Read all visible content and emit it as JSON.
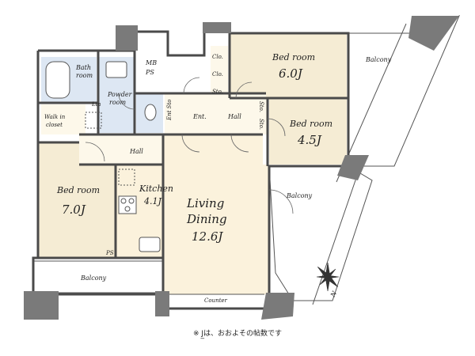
{
  "labels": {
    "bath": [
      "Bath",
      "room"
    ],
    "mbps": [
      "MB",
      "PS"
    ],
    "powder": [
      "Powder",
      "room"
    ],
    "lin": "Lin",
    "walkin": [
      "Walk in",
      "closet"
    ],
    "ent_sto": "Ent Sto",
    "ent": "Ent.",
    "hall_upper": "Hall",
    "hall_lower": "Hall",
    "clo1": "Clo.",
    "clo2": "Clo.",
    "sto1": "Sto.",
    "sto2": "Sto.",
    "sto3": "Sto.",
    "bedroom1": {
      "name": "Bed room",
      "size": "6.0J"
    },
    "bedroom2": {
      "name": "Bed room",
      "size": "4.5J"
    },
    "bedroom3": {
      "name": "Bed room",
      "size": "7.0J"
    },
    "kitchen": {
      "name": "Kitchen",
      "size": "4.1J"
    },
    "living": {
      "name1": "Living",
      "name2": "Dining",
      "size": "12.6J"
    },
    "balcony_top": "Balcony",
    "balcony_mid": "Balcony",
    "balcony_bottom": "Balcony",
    "counter": "Counter",
    "ps": "PS",
    "compass_n": "N"
  },
  "note": "※ J̲は、おおよその帖数です",
  "colors": {
    "wall": "#4a4a4a",
    "pillar": "#7a7a7a",
    "living_floor": "#fbf2dc",
    "bedroom_floor": "#f5ecd4",
    "wet_floor": "#dde7f3",
    "closet_floor": "#fdf8ea",
    "balcony_floor": "#ffffff",
    "line": "#555555"
  }
}
